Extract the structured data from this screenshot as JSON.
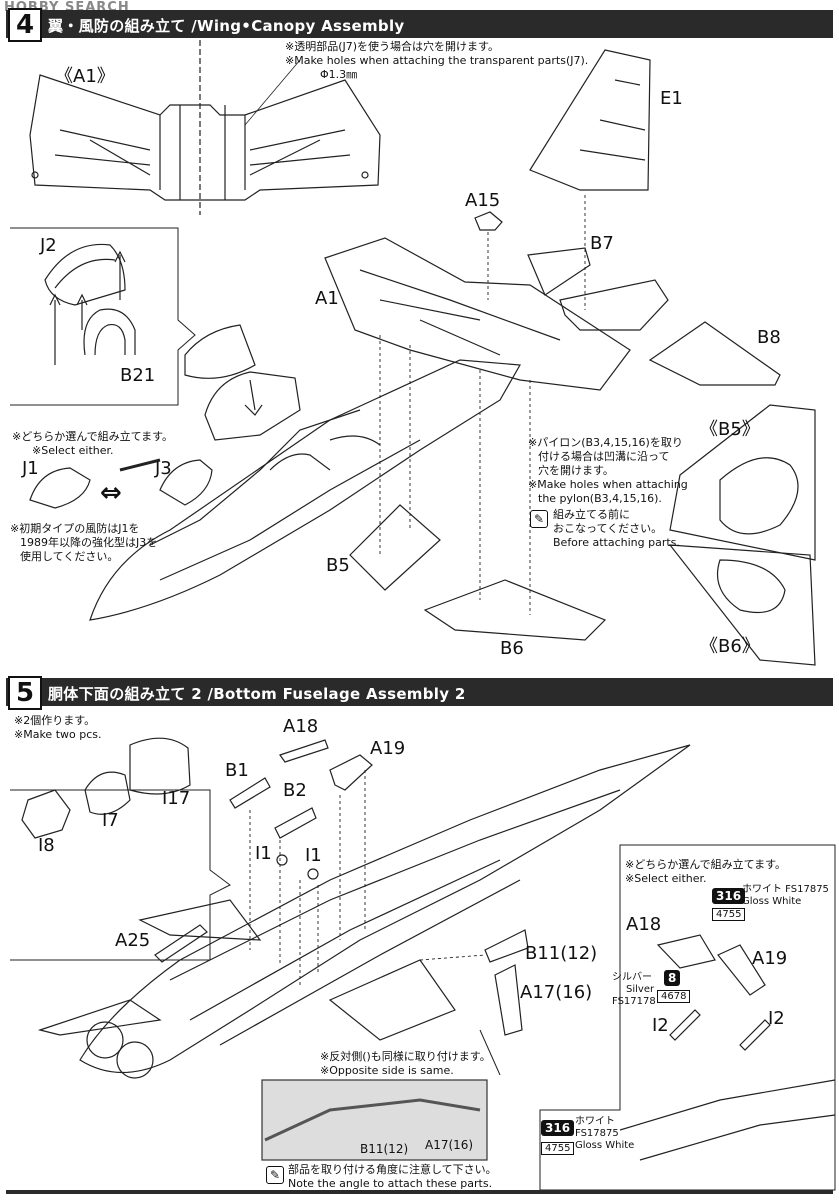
{
  "watermark": "HOBBY SEARCH",
  "step4": {
    "number": "4",
    "title": "翼・風防の組み立て /Wing•Canopy Assembly",
    "hole_note_jp": "※透明部品(J7)を使う場合は穴を開けます。",
    "hole_note_en": "※Make holes when attaching the transparent parts(J7).",
    "hole_size": "Φ1.3㎜",
    "select_jp": "※どちらか選んで組み立てます。",
    "select_en": "※Select either.",
    "canopy_note_lines": [
      "※初期タイプの風防はJ1を",
      "1989年以降の強化型はJ3を",
      "使用してください。"
    ],
    "pylon_note_lines": [
      "※パイロン(B3,4,15,16)を取り",
      "付ける場合は凹溝に沿って",
      "穴を開けます。",
      "※Make holes when attaching",
      "the pylon(B3,4,15,16)."
    ],
    "before_jp_lines": [
      "組み立てる前に",
      "おこなってください。"
    ],
    "before_en": "Before attaching parts.",
    "labels": {
      "a1_view": "《A1》",
      "e1": "E1",
      "a15": "A15",
      "j2": "J2",
      "b7": "B7",
      "a1": "A1",
      "b8": "B8",
      "b21": "B21",
      "j1": "J1",
      "j3": "J3",
      "b5_view": "《B5》",
      "b5": "B5",
      "b6": "B6",
      "b6_view": "《B6》"
    }
  },
  "step5": {
    "number": "5",
    "title": "胴体下面の組み立て 2 /Bottom Fuselage Assembly 2",
    "two_jp": "※2個作ります。",
    "two_en": "※Make two pcs.",
    "select_jp": "※どちらか選んで組み立てます。",
    "select_en": "※Select either.",
    "opposite_jp": "※反対側()も同様に取り付けます。",
    "opposite_en": "※Opposite side is same.",
    "angle_jp": "部品を取り付ける角度に注意して下さい。",
    "angle_en": "Note the angle to attach these parts.",
    "labels": {
      "a18": "A18",
      "a19": "A19",
      "b1": "B1",
      "b2": "B2",
      "i17": "I17",
      "i7": "I7",
      "i8": "I8",
      "i1a": "I1",
      "i1b": "I1",
      "a25": "A25",
      "b11": "B11(12)",
      "a17": "A17(16)",
      "a18b": "A18",
      "a19b": "A19",
      "i2a": "I2",
      "i2b": "I2",
      "inset_b11": "B11(12)",
      "inset_a17": "A17(16)"
    },
    "colors": {
      "white1": {
        "num": "316",
        "jp": "ホワイト FS17875",
        "en": "Gloss White",
        "code": "4755"
      },
      "silver": {
        "num": "8",
        "jp": "シルバー",
        "en": "Silver",
        "fs": "FS17178",
        "code": "4678"
      },
      "white2": {
        "num": "316",
        "jp": "ホワイト",
        "fs": "FS17875",
        "en": "Gloss White",
        "code": "4755"
      }
    }
  }
}
